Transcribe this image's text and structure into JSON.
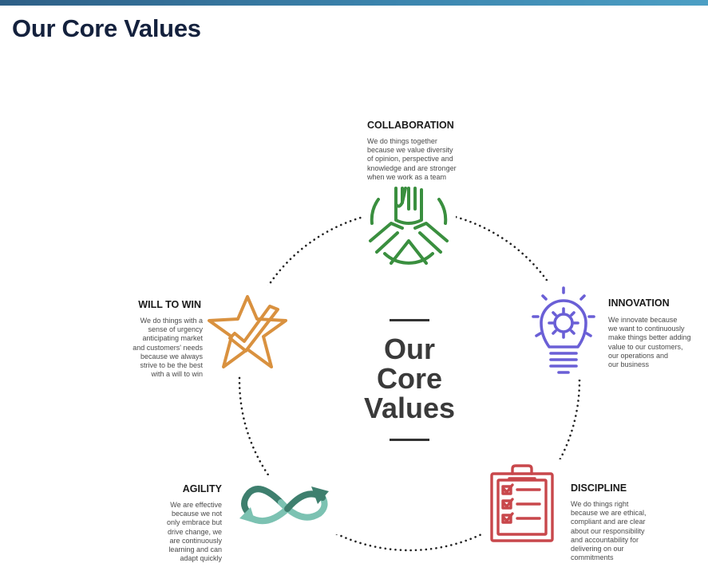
{
  "page_title": "Our Core Values",
  "center": {
    "line1": "Our",
    "line2": "Core",
    "line3": "Values"
  },
  "values": [
    {
      "title": "COLLABORATION",
      "desc": [
        "We do things together",
        "because we value diversity",
        "of opinion, perspective and",
        "knowledge and are stronger",
        "when we work as a team"
      ],
      "icon": "team-hands-icon",
      "color": "#3a8f3f"
    },
    {
      "title": "INNOVATION",
      "desc": [
        "We innovate because",
        "we want to continuously",
        "make things better adding",
        "value to our customers,",
        "our operations and",
        "our business"
      ],
      "icon": "lightbulb-gear-icon",
      "color": "#6a5fd6"
    },
    {
      "title": "DISCIPLINE",
      "desc": [
        "We do things right",
        "because we are ethical,",
        "compliant and are clear",
        "about our responsibility",
        "and accountability for",
        "delivering on our",
        "commitments"
      ],
      "icon": "clipboard-checklist-icon",
      "color": "#c8474b"
    },
    {
      "title": "AGILITY",
      "desc": [
        "We are effective",
        "because we not",
        "only embrace but",
        "drive change, we",
        "are continuously",
        "learning and can",
        "adapt quickly"
      ],
      "icon": "infinity-arrows-icon",
      "color": "#4a9c8c"
    },
    {
      "title": "WILL TO WIN",
      "desc": [
        "We do things with a",
        "sense of urgency",
        "anticipating market",
        "and customers' needs",
        "because we always",
        "strive to be the best",
        "with a will to win"
      ],
      "icon": "star-check-icon",
      "color": "#d9913f"
    }
  ]
}
